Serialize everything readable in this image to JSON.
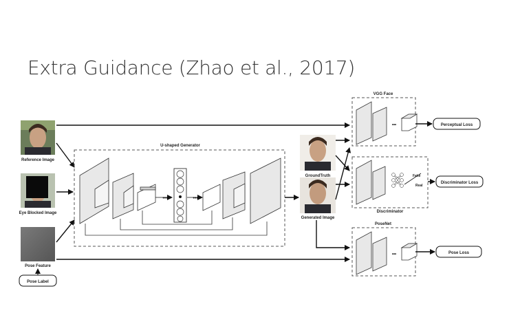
{
  "title": "Extra Guidance (Zhao et al., 2017)",
  "diagram": {
    "inputs": {
      "reference_image": "Reference Image",
      "eye_blocked_image": "Eye Blocked Image",
      "pose_feature": "Pose Feature",
      "pose_label": "Pose Label"
    },
    "generator": {
      "label": "U-shaped Generator"
    },
    "middle": {
      "ground_truth": "GroundTruth",
      "generated_image": "Generated Image"
    },
    "vgg_face": {
      "label": "VGG Face",
      "output": "Perceptual Loss"
    },
    "discriminator": {
      "label": "Discriminator",
      "fake": "Fake",
      "real": "Real",
      "output": "Discriminator Loss"
    },
    "posenet": {
      "label": "PoseNet",
      "output": "Pose Loss"
    },
    "ellipsis": "•••"
  },
  "colors": {
    "box_dashed": "#555555",
    "face_bg": "#6b7d5a",
    "face_skin": "#c8a183",
    "pose_feature_bg": "#6a6a6a",
    "block_fill": "#e8e8e8",
    "block_dark": "#cfcfcf"
  }
}
